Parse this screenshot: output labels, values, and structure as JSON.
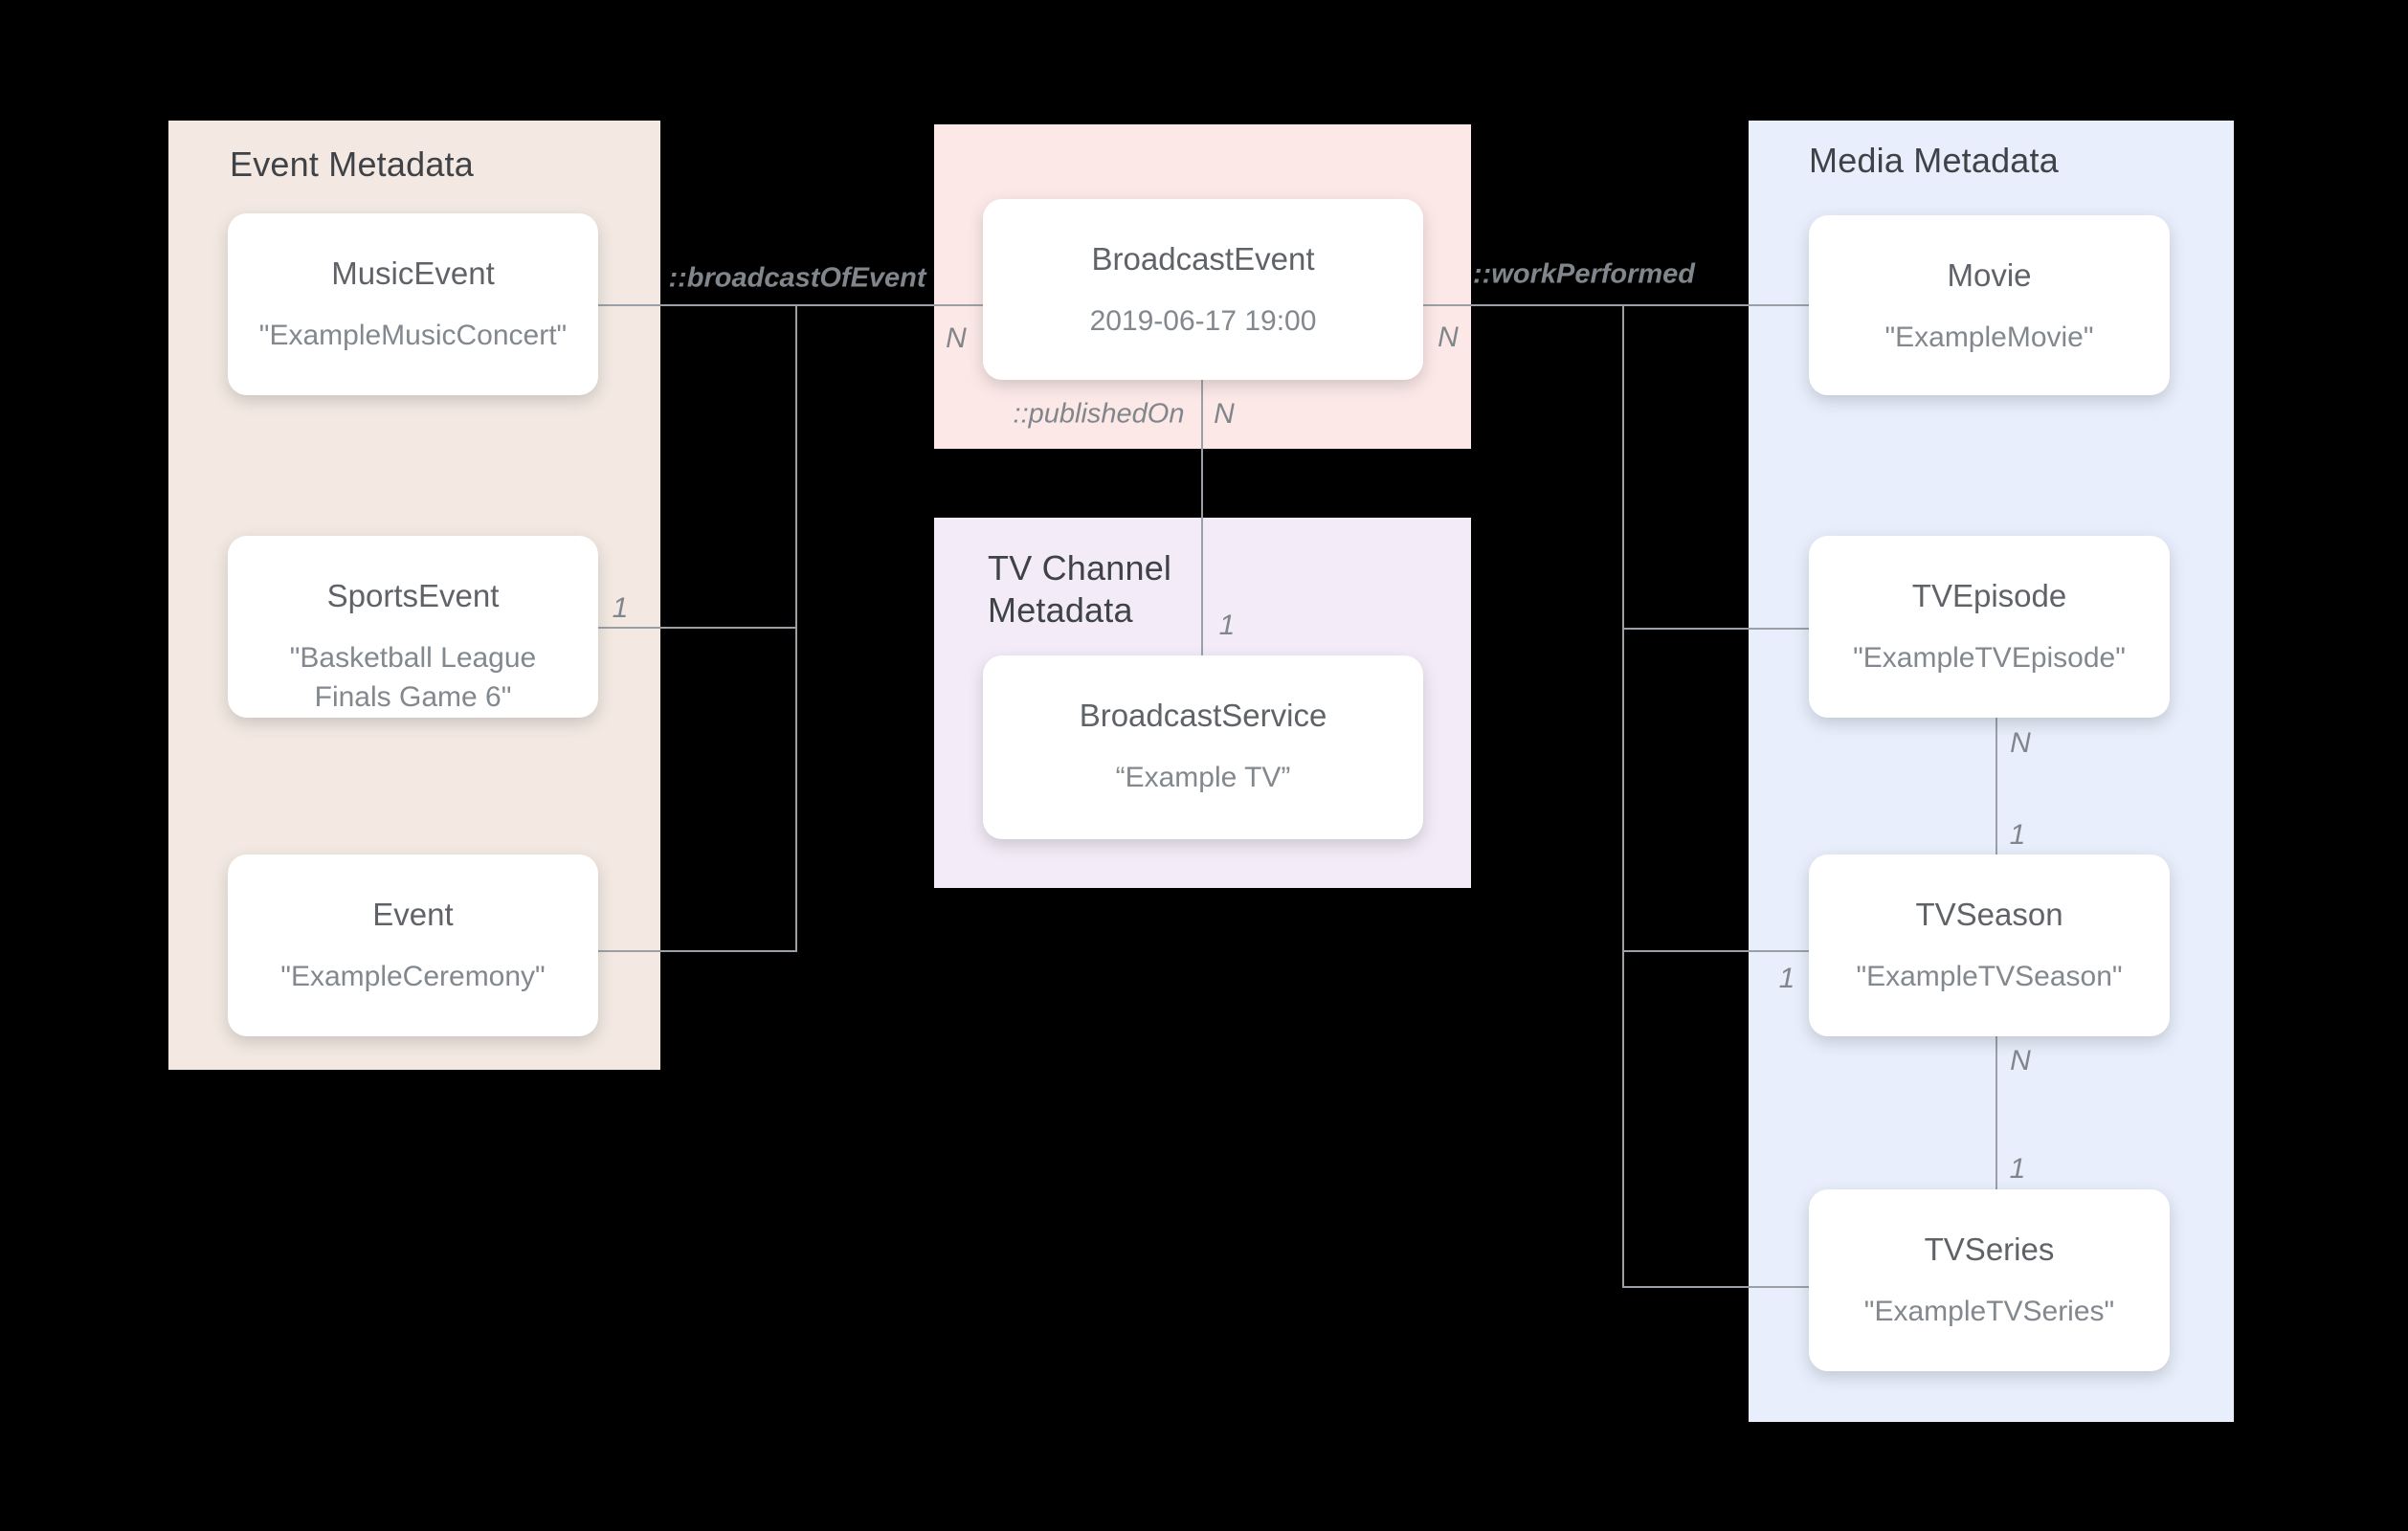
{
  "panels": {
    "event": {
      "title": "Event Metadata",
      "color": "#F3E9E2"
    },
    "broadcast": {
      "color": "#FCE9E7"
    },
    "tv_channel": {
      "title": "TV Channel Metadata",
      "color": "#F3ECF8"
    },
    "media": {
      "title": "Media Metadata",
      "color": "#E8EEFB"
    }
  },
  "nodes": {
    "music_event": {
      "title": "MusicEvent",
      "subtitle": "\"ExampleMusicConcert\""
    },
    "sports_event": {
      "title": "SportsEvent",
      "subtitle": "\"Basketball League Finals Game 6\""
    },
    "event": {
      "title": "Event",
      "subtitle": "\"ExampleCeremony\""
    },
    "broadcast_event": {
      "title": "BroadcastEvent",
      "subtitle": "2019-06-17 19:00"
    },
    "broadcast_service": {
      "title": "BroadcastService",
      "subtitle": "“Example TV”"
    },
    "movie": {
      "title": "Movie",
      "subtitle": "\"ExampleMovie\""
    },
    "tv_episode": {
      "title": "TVEpisode",
      "subtitle": "\"ExampleTVEpisode\""
    },
    "tv_season": {
      "title": "TVSeason",
      "subtitle": "\"ExampleTVSeason\""
    },
    "tv_series": {
      "title": "TVSeries",
      "subtitle": "\"ExampleTVSeries\""
    }
  },
  "relationships": {
    "broadcast_of_event": "::broadcastOfEvent",
    "work_performed": "::workPerformed",
    "published_on": "::publishedOn"
  },
  "cardinalities": {
    "broadcast_of_event_n": "N",
    "sports_event_1": "1",
    "work_performed_n": "N",
    "published_on_n": "N",
    "published_on_1": "1",
    "tv_season_1": "1",
    "episode_season_n": "N",
    "episode_season_1": "1",
    "season_series_n": "N",
    "season_series_1": "1"
  },
  "colors": {
    "background": "#000000",
    "node_fill": "#FFFFFF",
    "header_text": "#3F4247",
    "node_title_text": "#5F6368",
    "node_subtitle_text": "#82888D",
    "connector_line": "#9AA0A6",
    "label_text": "#80868B"
  }
}
